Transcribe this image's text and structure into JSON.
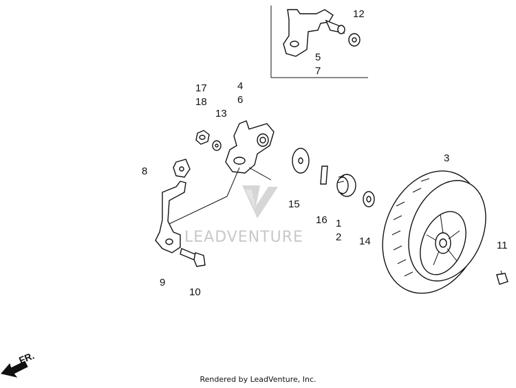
{
  "callouts": {
    "p1": "1",
    "p2": "2",
    "p3": "3",
    "p4": "4",
    "p5": "5",
    "p6": "6",
    "p7": "7",
    "p8": "8",
    "p9": "9",
    "p10": "10",
    "p11": "11",
    "p12": "12",
    "p13": "13",
    "p14": "14",
    "p15": "15",
    "p16": "16",
    "p17": "17",
    "p18": "18"
  },
  "watermark_text": "LEADVENTURE",
  "direction_label": "FR.",
  "footer_text": "Rendered by LeadVenture, Inc.",
  "colors": {
    "ink": "#111111",
    "watermark": "#c8c8c8",
    "background": "#ffffff"
  }
}
